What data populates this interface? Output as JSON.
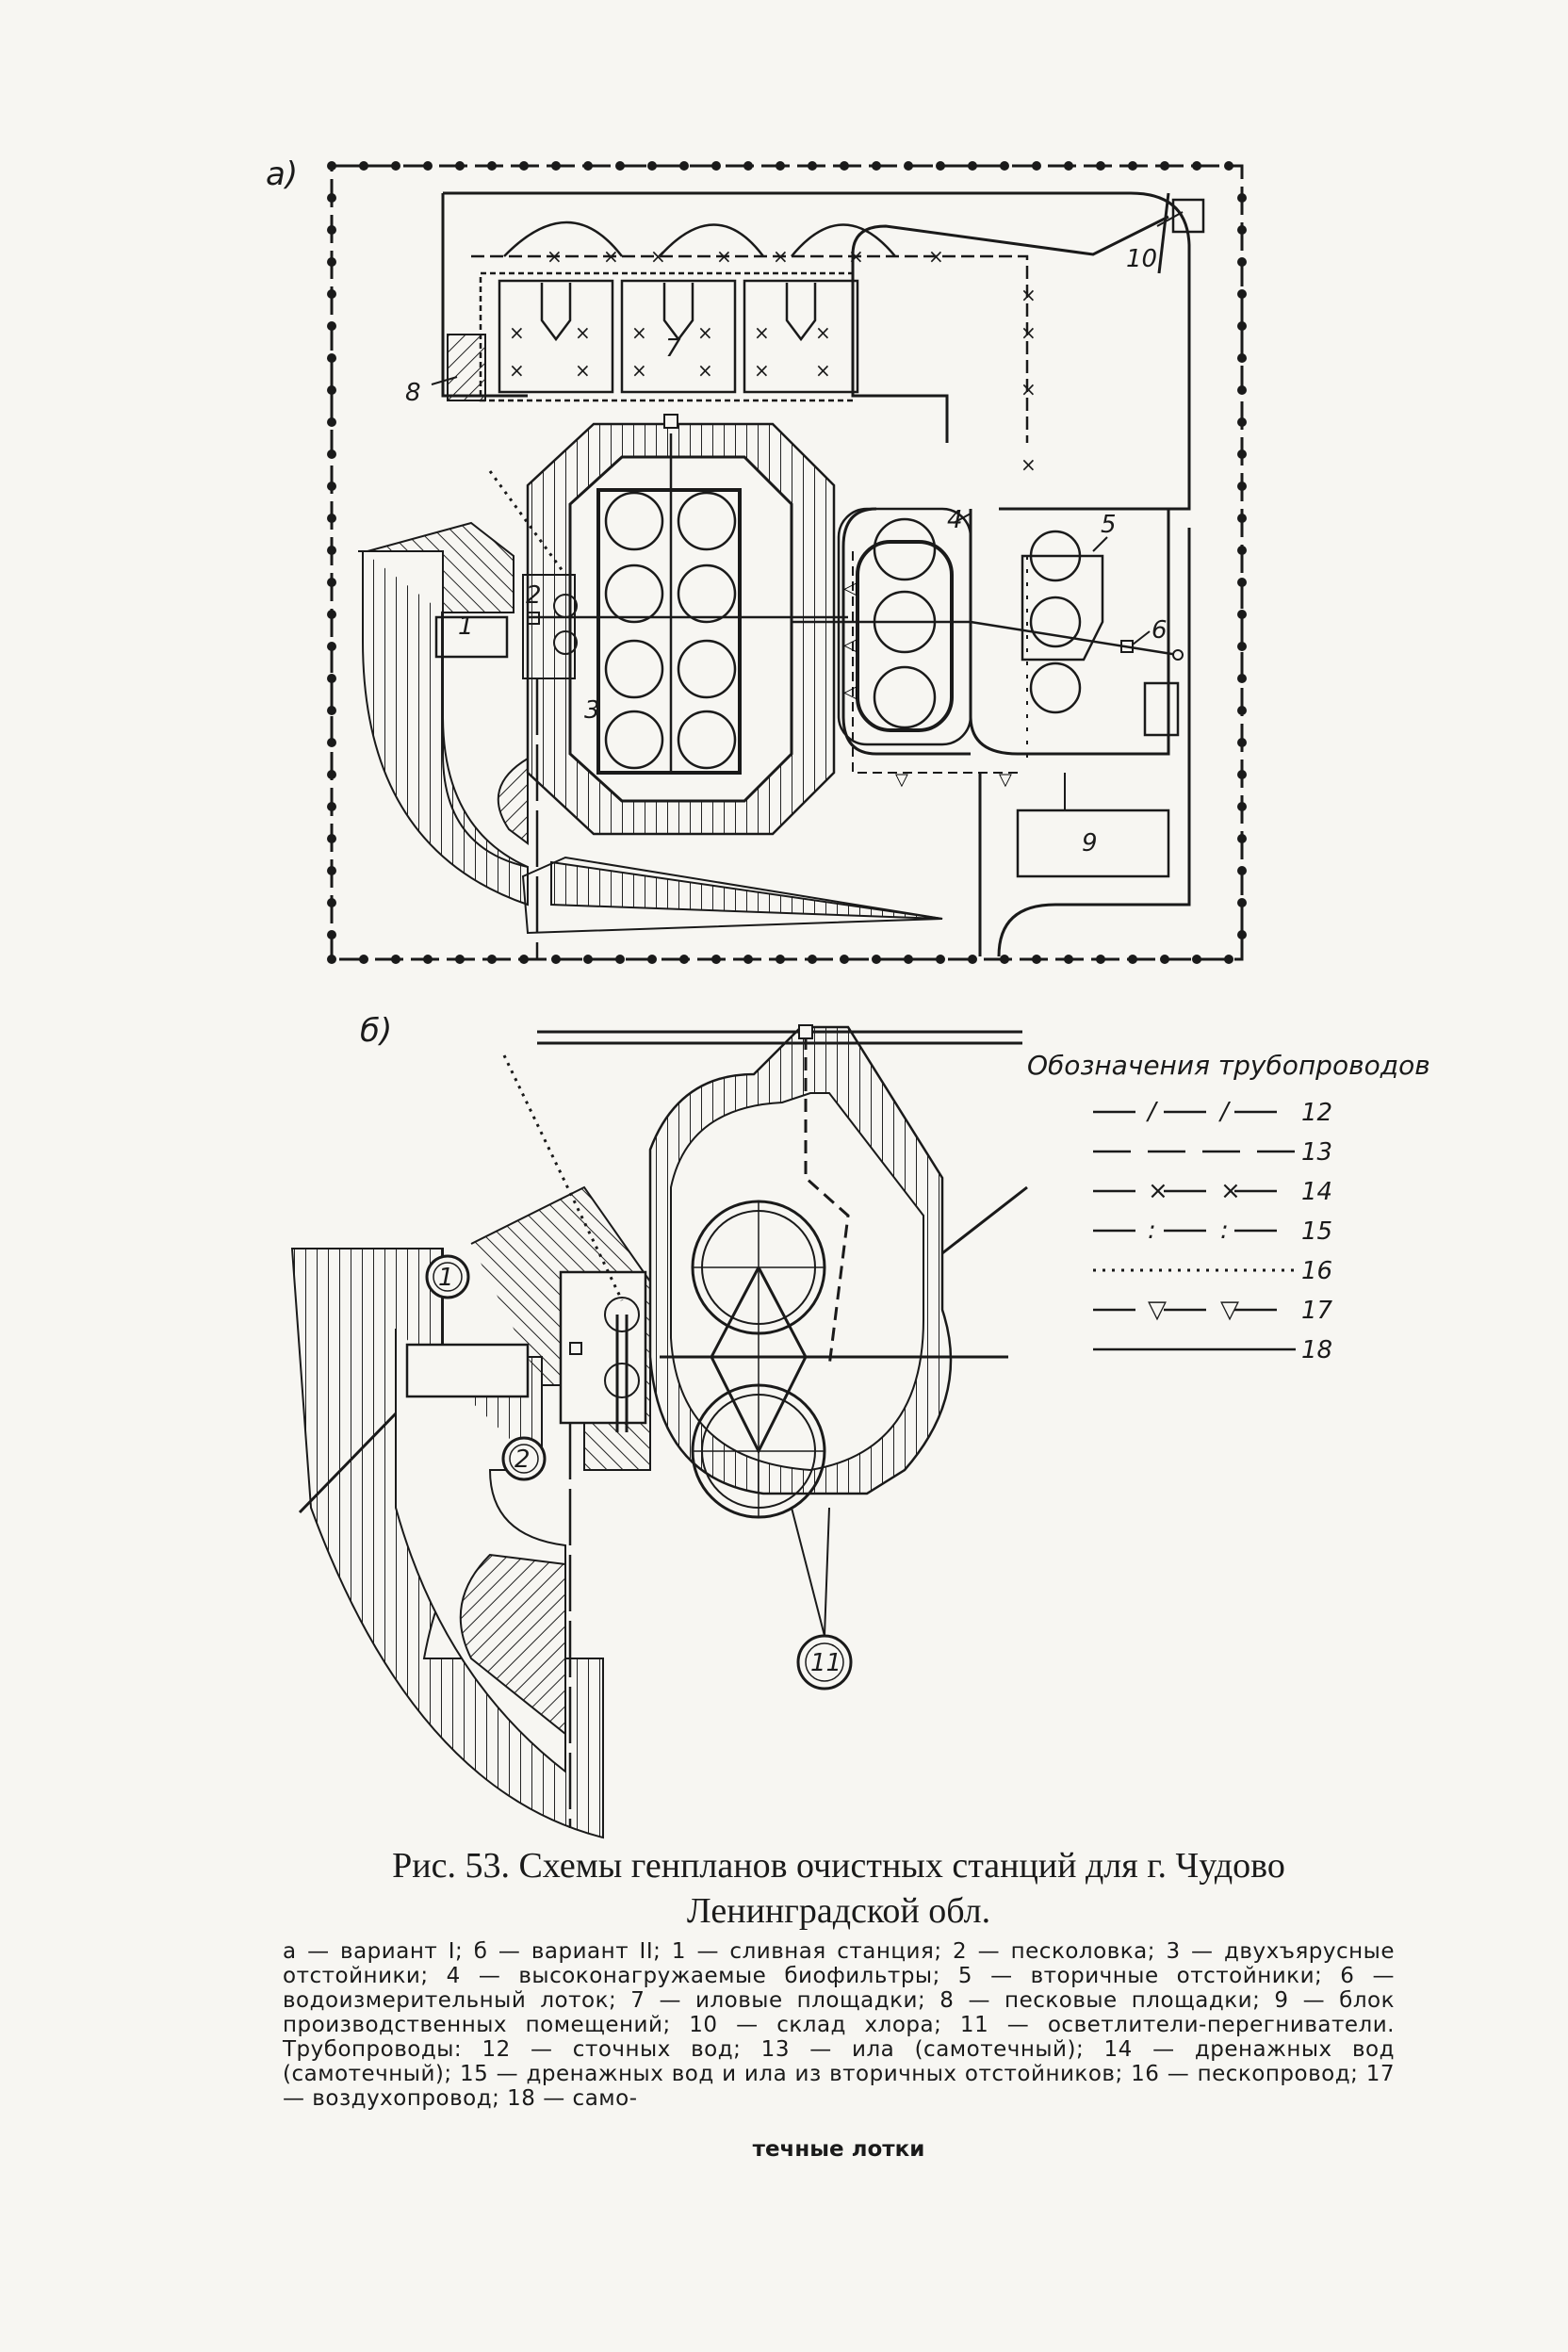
{
  "figure": {
    "panel_a_label": "а)",
    "panel_b_label": "б)",
    "labels_a": {
      "n1": "1",
      "n2": "2",
      "n3": "3",
      "n4": "4",
      "n5": "5",
      "n6": "6",
      "n7": "7",
      "n8": "8",
      "n9": "9",
      "n10": "10"
    },
    "labels_b": {
      "n1": "1",
      "n2": "2",
      "n11": "11"
    },
    "legend": {
      "title": "Обозначения трубопроводов",
      "items": [
        {
          "number": "12",
          "style": "slash"
        },
        {
          "number": "13",
          "style": "dash"
        },
        {
          "number": "14",
          "style": "cross"
        },
        {
          "number": "15",
          "style": "colon"
        },
        {
          "number": "16",
          "style": "dotted"
        },
        {
          "number": "17",
          "style": "triangle"
        },
        {
          "number": "18",
          "style": "solid"
        }
      ]
    }
  },
  "caption": {
    "title": "Рис. 53. Схемы генпланов очистных станций для г. Чудово Ленинградской обл.",
    "body": "а — вариант I; б — вариант II; 1 — сливная станция; 2 — песколовка; 3 — двухъярусные отстойники; 4 — высоконагружаемые биофильтры; 5 — вторичные отстойники; 6 — водоизмерительный лоток; 7 — иловые площадки; 8 — песковые площадки; 9 — блок производственных помещений; 10 — склад хлора; 11 — осветлители-перегниватели. Трубопроводы: 12 — сточных вод; 13 — ила (самотечный); 14 — дренажных вод (самотечный); 15 — дренажных вод и ила из вторичных отстойников; 16 — пескопровод; 17 — воздухопровод; 18 — само-",
    "last_line": "течные лотки"
  }
}
